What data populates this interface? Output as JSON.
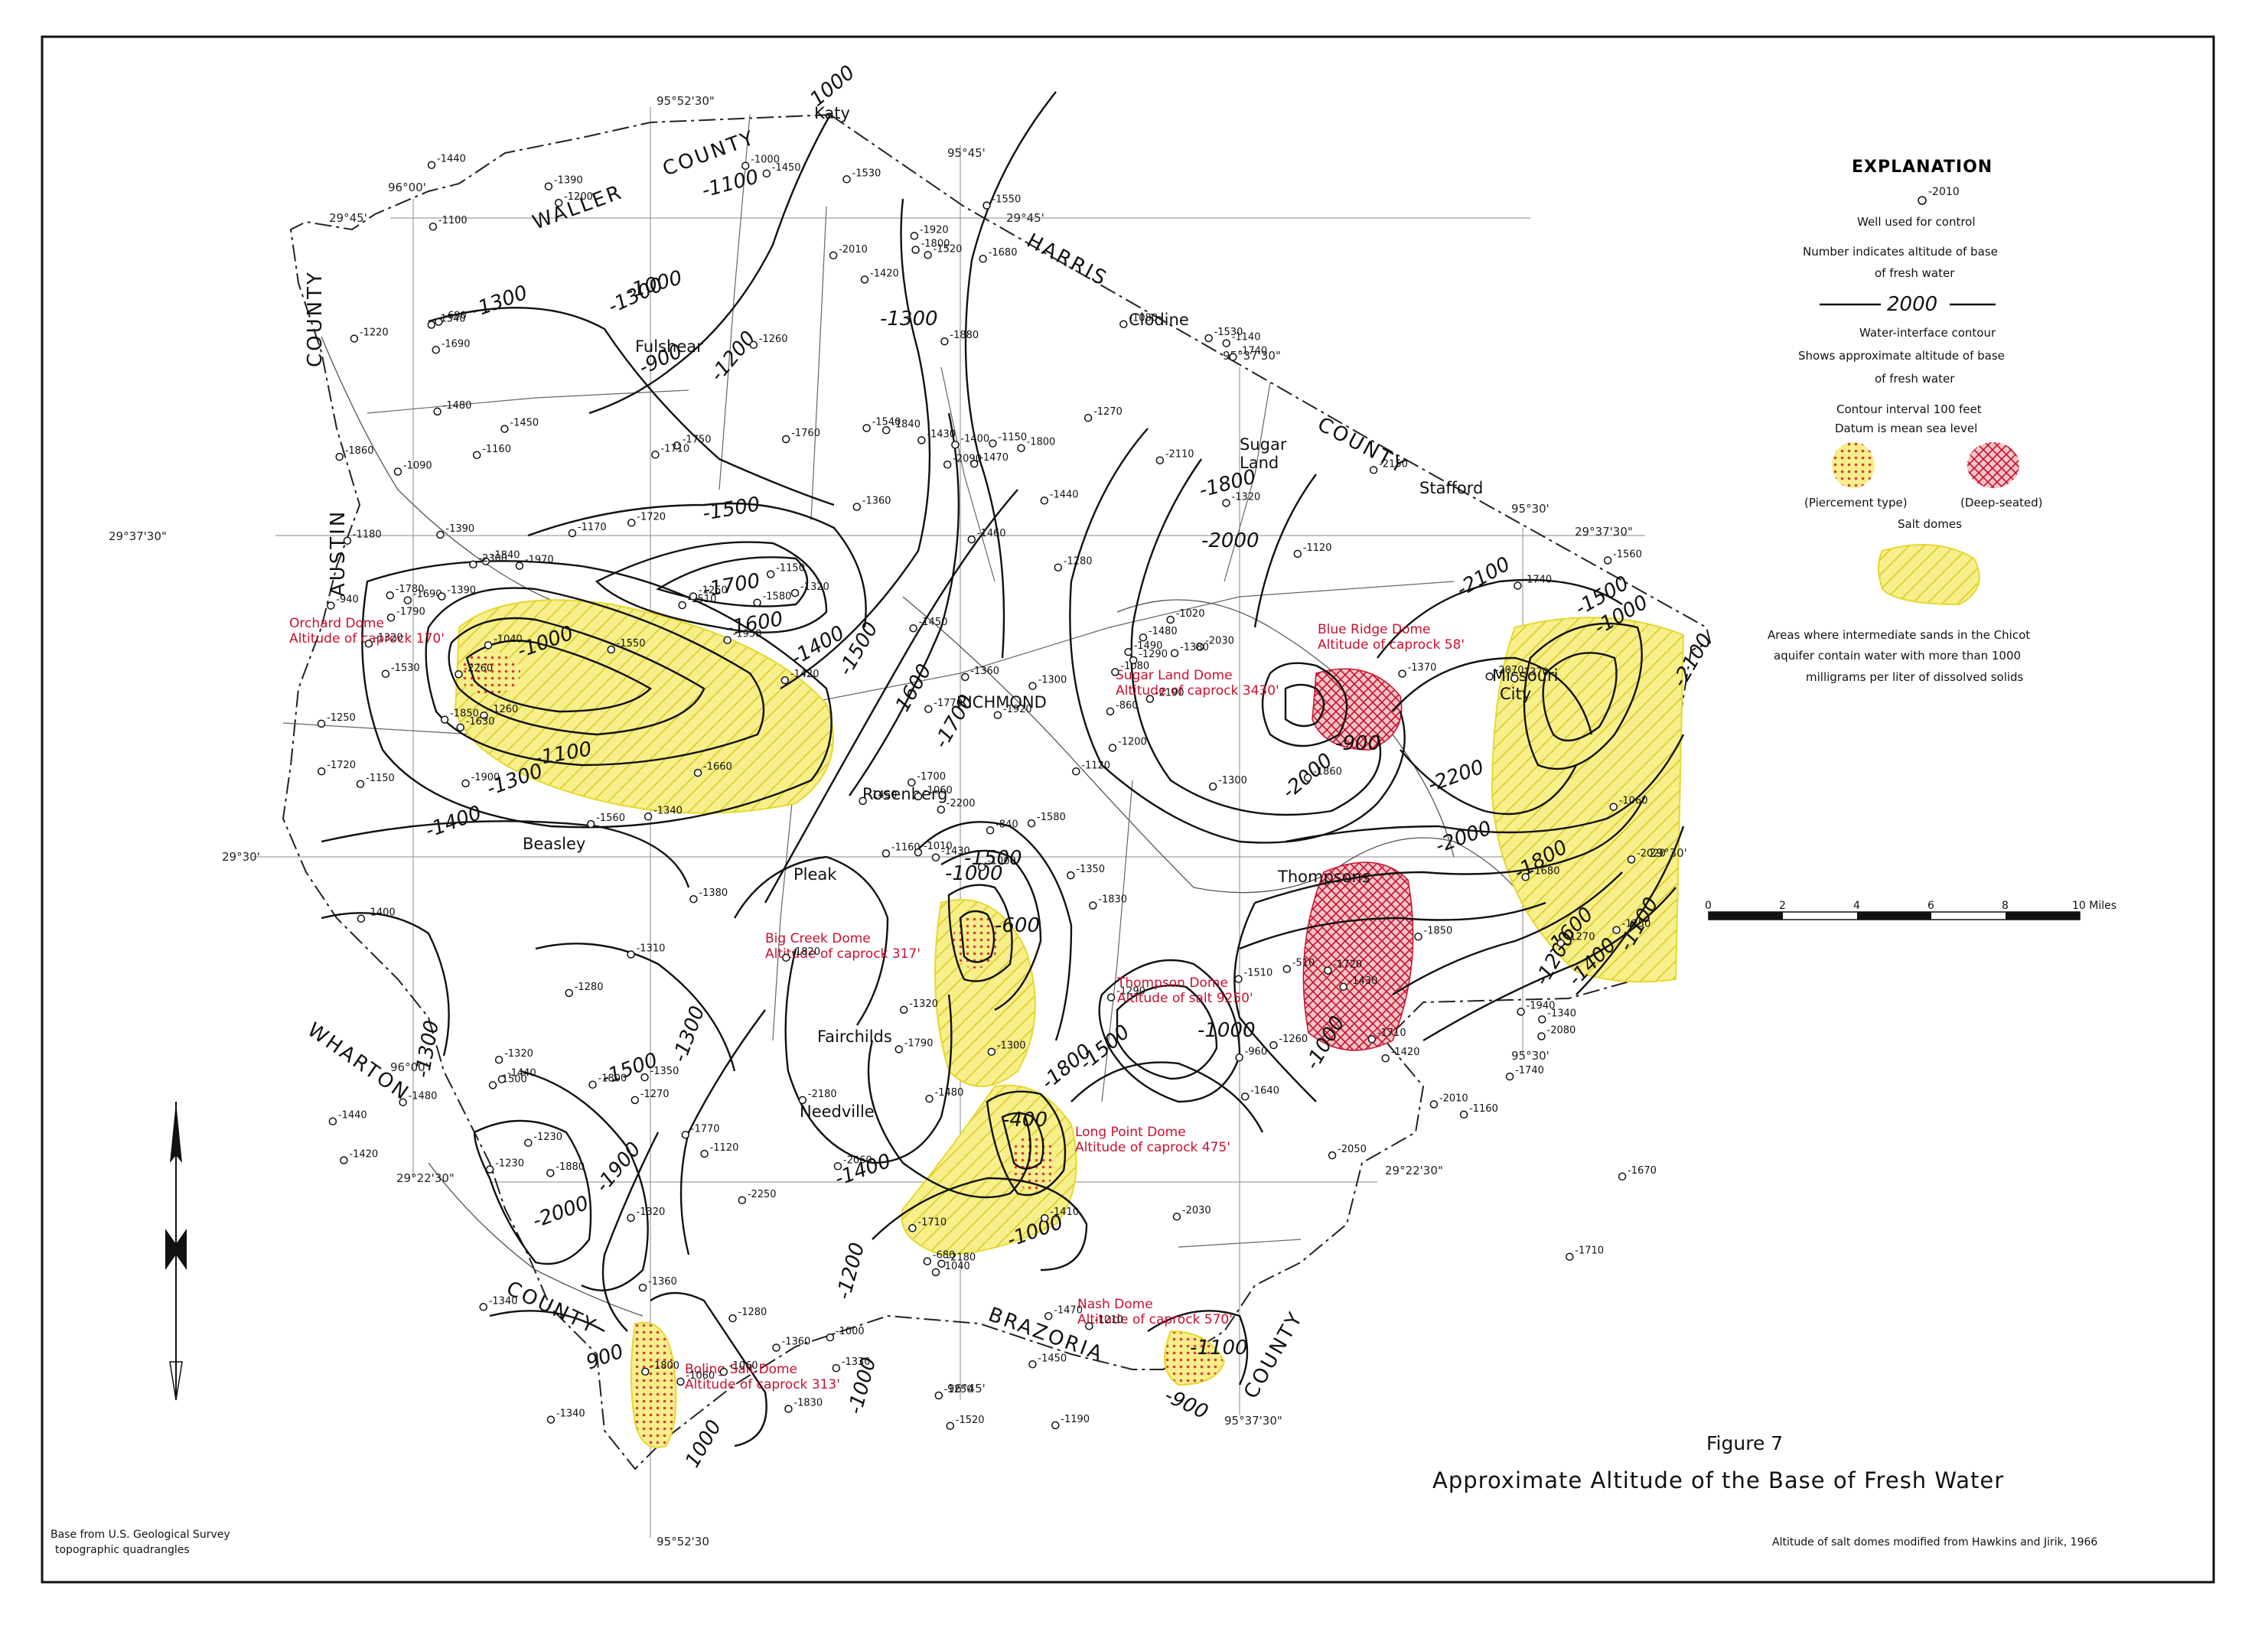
{
  "figure": {
    "number": "Figure 7",
    "title": "Approximate Altitude of the Base of Fresh Water",
    "credit_left_1": "Base from U.S. Geological Survey",
    "credit_left_2": "topographic quadrangles",
    "credit_right": "Altitude of salt domes modified from Hawkins and Jirik, 1966"
  },
  "explanation": {
    "title": "EXPLANATION",
    "well_sample": "-2010",
    "well_desc_1": "Well used for control",
    "well_desc_2": "Number indicates altitude of base",
    "well_desc_3": "of fresh water",
    "contour_sample": "2000",
    "contour_desc_1": "Water-interface contour",
    "contour_desc_2": "Shows approximate altitude of base",
    "contour_desc_3": "of fresh water",
    "interval_1": "Contour interval 100 feet",
    "interval_2": "Datum is mean sea level",
    "piercement": "(Piercement type)",
    "deep_seated": "(Deep-seated)",
    "salt_domes": "Salt domes",
    "area_desc_1": "Areas where intermediate sands in the Chicot",
    "area_desc_2": "aquifer contain water with more than 1000",
    "area_desc_3": "milligrams per liter of dissolved solids",
    "piercement_color": "#d93a3a",
    "deep_color": "#c8102e",
    "area_color": "#f2e84b"
  },
  "scale_bar": {
    "ticks": [
      "0",
      "2",
      "4",
      "6",
      "8",
      "10 Miles"
    ]
  },
  "counties": {
    "waller": "WALLER",
    "county_1": "COUNTY",
    "harris": "HARRIS",
    "county_2": "COUNTY",
    "austin": "AUSTIN",
    "county_3": "COUNTY",
    "wharton": "WHARTON",
    "county_4": "COUNTY",
    "brazoria": "BRAZORIA",
    "county_5": "COUNTY"
  },
  "towns": {
    "katy": "Katy",
    "fulshear": "Fulshear",
    "clodine": "Clodine",
    "sugar_land_1": "Sugar",
    "sugar_land_2": "Land",
    "stafford": "Stafford",
    "missouri_city_1": "Missouri",
    "missouri_city_2": "City",
    "richmond": "RICHMOND",
    "rosenberg": "Rosenberg",
    "beasley": "Beasley",
    "pleak": "Pleak",
    "thompsons": "Thompsons",
    "fairchilds": "Fairchilds",
    "needville": "Needville"
  },
  "coordinates": {
    "top_1": "95°52'30\"",
    "top_2": "95°45'",
    "top_3": "95°37'30\"",
    "left_1": "96°00'",
    "lat_1": "29°45'",
    "lat_1r": "29°45'",
    "lat_2": "29°37'30\"",
    "lat_2r": "29°37'30\"",
    "lon_95_30": "95°30'",
    "lat_3": "29°30'",
    "lat_3r": "29°30'",
    "lon_96_b": "96°00'",
    "lat_4": "29°22'30\"",
    "lat_4r": "29°22'30\"",
    "lon_95_30_b": "95°30'",
    "bottom_1": "96°45'",
    "bottom_2": "95°52'30",
    "bottom_3": "95°37'30\""
  },
  "domes": {
    "orchard_1": "Orchard Dome",
    "orchard_2": "Altitude of caprock 170'",
    "blue_ridge_1": "Blue Ridge Dome",
    "blue_ridge_2": "Altitude of caprock 58'",
    "sugar_land_1": "Sugar Land Dome",
    "sugar_land_2": "Altitude of caprock 3430'",
    "big_creek_1": "Big Creek Dome",
    "big_creek_2": "Altitude of caprock 317'",
    "thompson_1": "Thompson Dome",
    "thompson_2": "Altitude of salt 9250'",
    "long_point_1": "Long Point Dome",
    "long_point_2": "Altitude of caprock 475'",
    "nash_1": "Nash Dome",
    "nash_2": "Altitude of caprock 570'",
    "boling_1": "Boling Salt Dome",
    "boling_2": "Altitude of caprock 313'"
  },
  "contour_labels": [
    "1000",
    "-1100",
    "-1300",
    "-1000",
    "-900",
    "-1200",
    "-1300",
    "-1300",
    "-1500",
    "-1700",
    "-1600",
    "-1800",
    "-2000",
    "-1000",
    "-1100",
    "-1300",
    "-1400",
    "-1500",
    "-1600",
    "-1700",
    "-1400",
    "-2100",
    "-2100",
    "-1500",
    "-1000",
    "-2000",
    "-2200",
    "-2000",
    "-1800",
    "-1600",
    "-1400",
    "-1200",
    "-1100",
    "-900",
    "-1500",
    "-1000",
    "-600",
    "-1800",
    "-1500",
    "-400",
    "-1000",
    "-1300",
    "-1400",
    "-1500",
    "-1900",
    "-2000",
    "-1200",
    "-1000",
    "-1000",
    "900",
    "1000",
    "-1100",
    "-900",
    "-1000",
    "-1300"
  ],
  "wells": [
    "-1000",
    "-1160",
    "-1060",
    "-1080",
    "-1120",
    "-1150",
    "-1140",
    "-1120",
    "-1200",
    "-1260",
    "-1160",
    "-1320",
    "-1340",
    "-1430",
    "-1280",
    "-1230",
    "-1320",
    "-1360",
    "-1400",
    "-1290",
    "-1430",
    "-1450",
    "-1520",
    "-1530",
    "-1510",
    "-1560",
    "-1700",
    "-1710",
    "-1770",
    "-1750",
    "-1770",
    "-1710",
    "-1720",
    "-1580",
    "-1550",
    "-1640",
    "-1060",
    "-940",
    "-860",
    "-1040",
    "-1200",
    "-1230",
    "-1220",
    "-1260",
    "-1320",
    "-1390",
    "-1440",
    "-1410",
    "-1550",
    "-1660",
    "-1690",
    "-1720",
    "-1420",
    "-1360",
    "-1440",
    "-1480",
    "-1360",
    "-510",
    "-1510",
    "-1100",
    "-1170",
    "-1400",
    "-1450",
    "-1470",
    "-1300",
    "-1340",
    "-1300",
    "-1340",
    "-1250",
    "-1370",
    "-1300",
    "-1190",
    "-2030",
    "-1920",
    "-2020",
    "-2030",
    "-2050",
    "-1920",
    "-1740",
    "-1790",
    "-1520",
    "-1530",
    "-1740",
    "-1560",
    "-1000",
    "-1060",
    "-1320",
    "-1280",
    "-1270",
    "-1280",
    "-1490",
    "-1420",
    "-1680",
    "-1690",
    "-1470",
    "-1450",
    "-1450",
    "-1480",
    "-1430",
    "-1540",
    "-1530",
    "-1500",
    "-1440",
    "-1760",
    "-1860",
    "-1310",
    "-1330",
    "-1370",
    "-1480",
    "-1440",
    "-1250",
    "-1260",
    "-1270",
    "-1420",
    "-1380",
    "-1320",
    "-1250",
    "-1150",
    "-1350",
    "-1040",
    "-2010",
    "-1580",
    "-1480",
    "-690",
    "-1000",
    "-680",
    "-1800",
    "-1740",
    "-1710",
    "-1780",
    "-1830",
    "-1850",
    "-1880",
    "-1460",
    "-1340",
    "-1270",
    "-1290",
    "-1680",
    "-1720",
    "-1390",
    "-1320",
    "-1160",
    "-1210",
    "-1180",
    "-1020",
    "-1060",
    "-1080",
    "-960",
    "-1860",
    "-1840",
    "-1090",
    "-840",
    "-1450",
    "-1390",
    "-1340",
    "-1970",
    "-2300",
    "-2260",
    "-2250",
    "-2200",
    "-1940",
    "-2180",
    "-2090",
    "-2150",
    "-2190",
    "-2180",
    "-1900",
    "-1840",
    "-1710",
    "-1800",
    "-1630",
    "-1360",
    "-1250",
    "-1120",
    "-1150",
    "-1010",
    "-1420",
    "-1790",
    "-1670",
    "-1950",
    "-2080",
    "-2070",
    "-2060",
    "-1880",
    "-1830",
    "-1820",
    "-1850",
    "-2010",
    "-1800",
    "-2110",
    "-1800",
    "-1350",
    "-1380"
  ]
}
